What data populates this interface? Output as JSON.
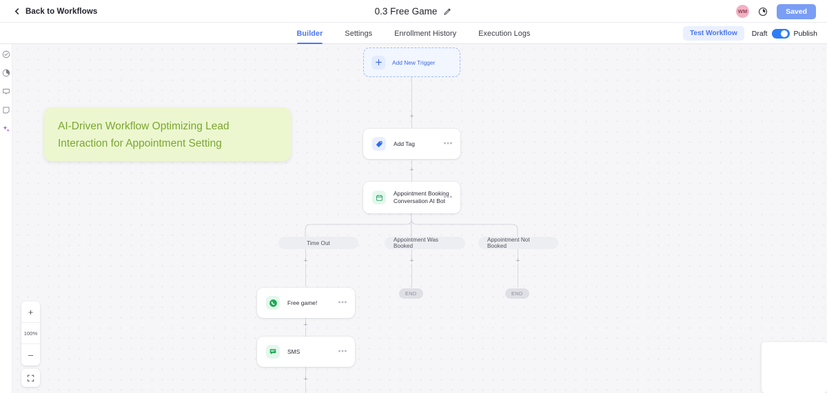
{
  "topbar": {
    "back_label": "Back to Workflows",
    "back_icon": "chevron-left-icon",
    "title": "0.3 Free Game",
    "edit_icon": "pencil-icon",
    "avatar_initials": "WM",
    "avatar_color": "#f3b0c3",
    "history_icon": "history-clock-icon",
    "saved_label": "Saved",
    "saved_color": "#7a9df5"
  },
  "tabs": [
    {
      "label": "Builder",
      "active": true
    },
    {
      "label": "Settings",
      "active": false
    },
    {
      "label": "Enrollment History",
      "active": false
    },
    {
      "label": "Execution Logs",
      "active": false
    }
  ],
  "tabbar_right": {
    "test_workflow_label": "Test Workflow",
    "draft_label": "Draft",
    "publish_label": "Publish",
    "toggle_on": true,
    "accent_color": "#4a76f0"
  },
  "rail": {
    "items": [
      {
        "icon": "check-circle-icon"
      },
      {
        "icon": "pie-chart-icon"
      },
      {
        "icon": "chat-bubble-icon"
      },
      {
        "icon": "note-square-icon"
      },
      {
        "icon": "sparkle-ai-icon"
      }
    ]
  },
  "sticky_note": {
    "line1": "AI-Driven Workflow Optimizing Lead",
    "line2": "Interaction for Appointment Setting",
    "background": "#ecf7d0",
    "text_color": "#7ba72f"
  },
  "flow": {
    "trigger": {
      "label": "Add New Trigger",
      "icon": "plus-icon"
    },
    "nodes": [
      {
        "label": "Add Tag",
        "icon": "tag-icon",
        "icon_color": "blue",
        "menu": "•••"
      },
      {
        "label_line1": "Appointment Booking",
        "label_line2": "Conversation AI Bot",
        "icon": "calendar-icon",
        "icon_color": "green",
        "menu": "•••"
      },
      {
        "label": "Free game!",
        "icon": "whatsapp-phone-icon",
        "icon_color": "green",
        "menu": "•••"
      },
      {
        "label": "SMS",
        "icon": "sms-chat-icon",
        "icon_color": "green",
        "menu": "•••"
      }
    ],
    "branches": [
      {
        "label": "Time Out"
      },
      {
        "label": "Appointment Was Booked"
      },
      {
        "label": "Appointment Not Booked"
      }
    ],
    "end_nodes": [
      {
        "label": "END"
      },
      {
        "label": "END"
      }
    ],
    "add_marker": "+"
  },
  "zoom_controls": {
    "zoom_in": "+",
    "level": "100%",
    "zoom_out": "–",
    "fit_icon": "fit-screen-icon"
  },
  "minimap": {
    "name": "minimap-panel"
  }
}
